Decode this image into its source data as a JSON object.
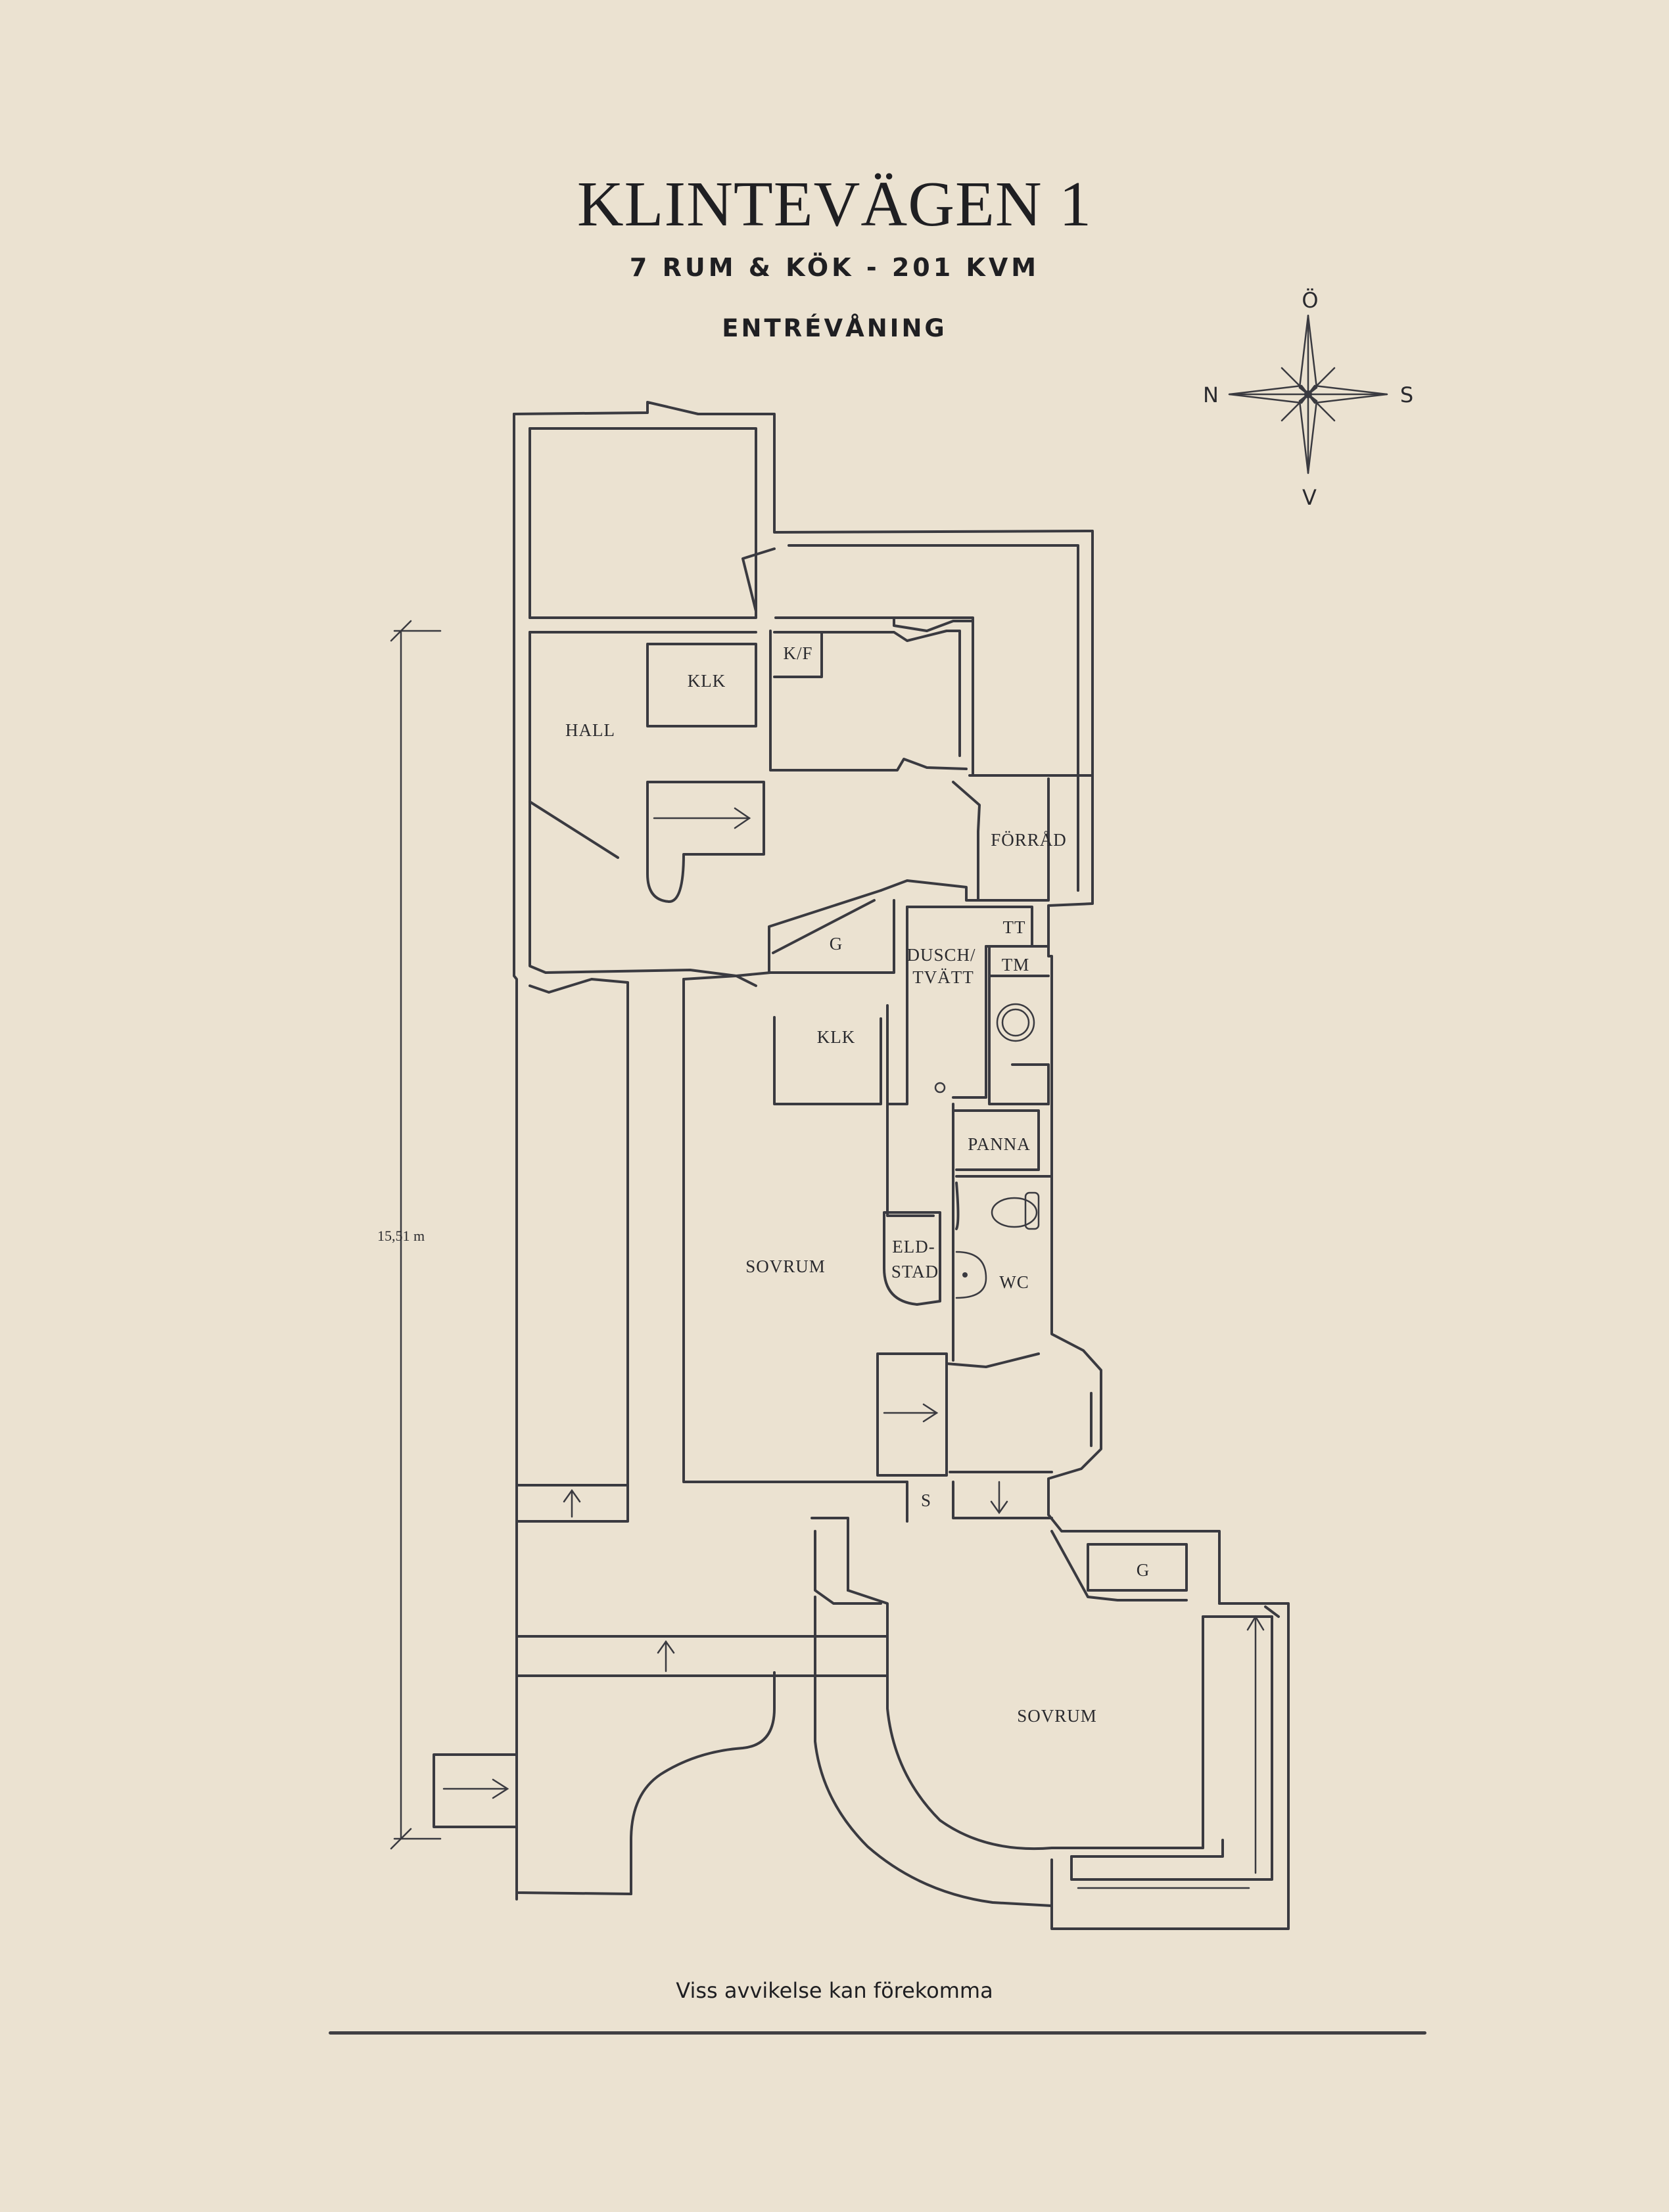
{
  "header": {
    "title": "KLINTEVÄGEN 1",
    "subtitle": "7 RUM & KÖK  -  201 KVM",
    "floor": "ENTRÉVÅNING"
  },
  "compass": {
    "north": "N",
    "south": "S",
    "east": "Ö",
    "west": "V"
  },
  "dimension": {
    "label": "15,51 m"
  },
  "rooms": {
    "hall": "HALL",
    "klk_top": "KLK",
    "kf": "K/F",
    "forrad": "FÖRRÅD",
    "g_mid": "G",
    "dusch_line1": "DUSCH/",
    "dusch_line2": "TVÄTT",
    "tt": "TT",
    "tm": "TM",
    "klk_mid": "KLK",
    "panna": "PANNA",
    "sovrum_1": "SOVRUM",
    "eld_line1": "ELD-",
    "eld_line2": "STAD",
    "wc": "WC",
    "s": "S",
    "g_bottom": "G",
    "sovrum_2": "SOVRUM"
  },
  "footer": {
    "disclaimer": "Viss avvikelse kan förekomma"
  }
}
